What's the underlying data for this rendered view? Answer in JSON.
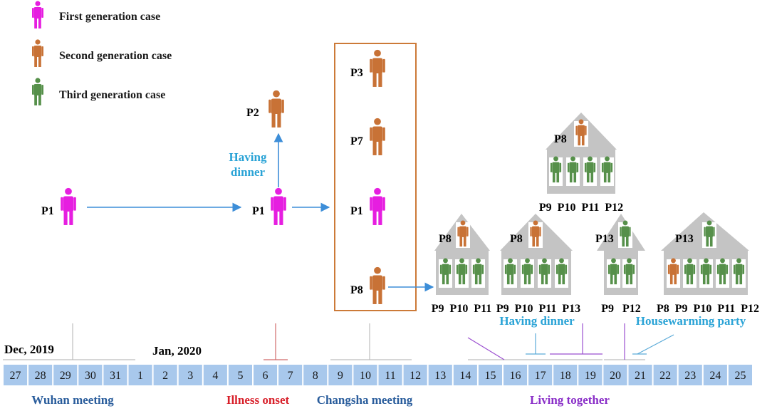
{
  "colors": {
    "first": "#e61ee0",
    "second": "#c87236",
    "third": "#56904a",
    "arrow": "#3d8ed8",
    "cyan_label": "#2aa3d6",
    "blue_label": "#2a5d9c",
    "red_label": "#d8202a",
    "purple_label": "#8a2fc8",
    "cell": "#a8c8ec",
    "house": "#c4c4c4",
    "box": "#cc7a38"
  },
  "legend": [
    {
      "label": "First generation case",
      "gen": "first"
    },
    {
      "label": "Second generation case",
      "gen": "second"
    },
    {
      "label": "Third generation case",
      "gen": "third"
    }
  ],
  "people": {
    "p1_wuhan": "P1",
    "p1_dinner": "P1",
    "p2": "P2",
    "box": [
      "P3",
      "P7",
      "P1",
      "P8"
    ]
  },
  "events": {
    "dinner_p2": [
      "Having",
      "dinner"
    ],
    "having_dinner": "Having dinner",
    "housewarming": "Housewarming party"
  },
  "houses": [
    {
      "id": "top",
      "owner": "P8",
      "owner_gen": "second",
      "residents": [
        "third",
        "third",
        "third",
        "third"
      ],
      "labels": "P9  P10  P11  P12"
    },
    {
      "id": "h1",
      "owner": "P8",
      "owner_gen": "second",
      "residents": [
        "third",
        "third",
        "third"
      ],
      "labels": "P9  P10  P11"
    },
    {
      "id": "h2",
      "owner": "P8",
      "owner_gen": "second",
      "residents": [
        "third",
        "third",
        "third",
        "third"
      ],
      "labels": "P9  P10  P11  P13"
    },
    {
      "id": "h3",
      "owner": "P13",
      "owner_gen": "third",
      "residents": [
        "third",
        "third"
      ],
      "labels": "P9   P12"
    },
    {
      "id": "h4",
      "owner": "P13",
      "owner_gen": "third",
      "residents": [
        "second",
        "third",
        "third",
        "third",
        "third"
      ],
      "labels": "P8  P9  P10  P11  P12"
    }
  ],
  "timeline": {
    "dec_label": "Dec, 2019",
    "jan_label": "Jan, 2020",
    "days": [
      "27",
      "28",
      "29",
      "30",
      "31",
      "1",
      "2",
      "3",
      "4",
      "5",
      "6",
      "7",
      "8",
      "9",
      "10",
      "11",
      "12",
      "13",
      "14",
      "15",
      "16",
      "17",
      "18",
      "19",
      "20",
      "21",
      "22",
      "23",
      "24",
      "25"
    ]
  },
  "phases": {
    "wuhan": "Wuhan meeting",
    "onset": "Illness onset",
    "changsha": "Changsha meeting",
    "living": "Living together"
  }
}
